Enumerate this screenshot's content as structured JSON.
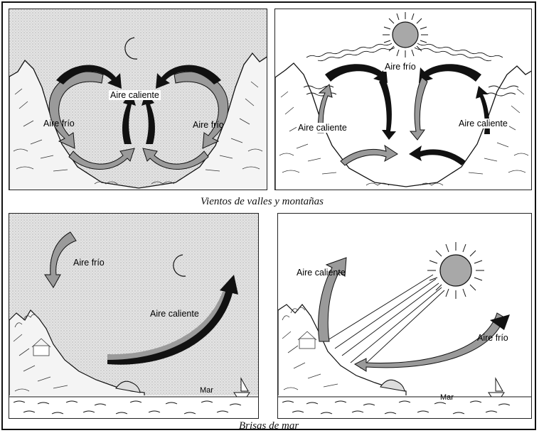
{
  "captions": {
    "valleys": "Vientos de valles y montañas",
    "sea": "Brisas de mar"
  },
  "panels": {
    "valley_night": {
      "label_hot": "Aire caliente",
      "label_cold_left": "Aire frío",
      "label_cold_right": "Aire frío"
    },
    "valley_day": {
      "label_cold": "Aire frío",
      "label_hot_left": "Aire caliente",
      "label_hot_right": "Aire caliente"
    },
    "sea_night": {
      "label_cold": "Aire frío",
      "label_hot": "Aire caliente",
      "label_sea": "Mar"
    },
    "sea_day": {
      "label_hot": "Aire caliente",
      "label_cold": "Aire frío",
      "label_sea": "Mar"
    }
  },
  "colors": {
    "hot_arrow": "#111111",
    "cold_arrow": "#9a9a9a",
    "sun": "#a8a8a8",
    "night_sky": "#d2d2d2",
    "ink": "#111111"
  }
}
